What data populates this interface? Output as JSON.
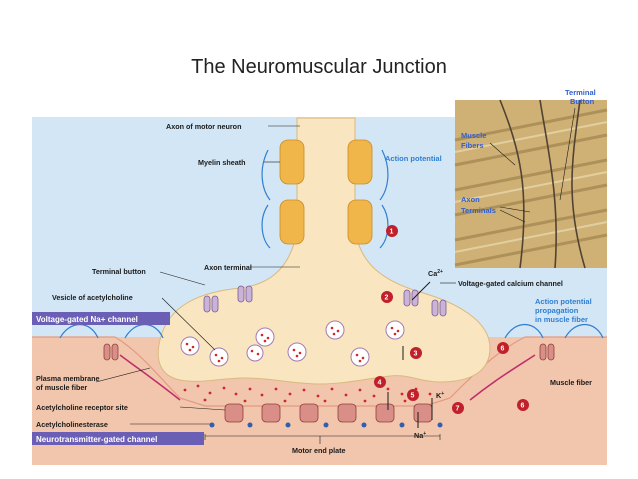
{
  "title": "The Neuromuscular Junction",
  "labels": {
    "axon_of_motor_neuron": "Axon of motor neuron",
    "myelin_sheath": "Myelin sheath",
    "action_potential": "Action potential",
    "axon_terminal": "Axon terminal",
    "terminal_button": "Terminal button",
    "vesicle_of_acetylcholine": "Vesicle of acetylcholine",
    "voltage_gated_calcium_channel": "Voltage-gated calcium channel",
    "ca2": "Ca",
    "ca2_sup": "2+",
    "voltage_gated_na_channel": "Voltage-gated Na+ channel",
    "ap_propagation_1": "Action potential",
    "ap_propagation_2": "propagation",
    "ap_propagation_3": "in muscle fiber",
    "plasma_membrane_1": "Plasma membrane",
    "plasma_membrane_2": "of muscle fiber",
    "muscle_fiber": "Muscle fiber",
    "acetylcholine_receptor_site": "Acetylcholine receptor site",
    "acetylcholinesterase": "Acetylcholinesterase",
    "neurotransmitter_gated_channel": "Neurotransmitter-gated channel",
    "motor_end_plate": "Motor end plate",
    "k_plus": "K",
    "k_sup": "+",
    "na_plus": "Na",
    "na_sup": "+"
  },
  "photo": {
    "terminal_button_1": "Terminal",
    "terminal_button_2": "Button",
    "muscle_fibers_1": "Muscle",
    "muscle_fibers_2": "Fibers",
    "axon_terminals_1": "Axon",
    "axon_terminals_2": "Terminals"
  },
  "steps": [
    "1",
    "2",
    "3",
    "4",
    "5",
    "6",
    "6",
    "7"
  ],
  "colors": {
    "background_blue": "#d3e6f5",
    "muscle_pink": "#f2c6ad",
    "axon_fill": "#f9e5bf",
    "myelin": "#f0b64a",
    "step_circle": "#c0202a",
    "label_box": "#6b5fb5",
    "ach_dot": "#d0262e"
  }
}
